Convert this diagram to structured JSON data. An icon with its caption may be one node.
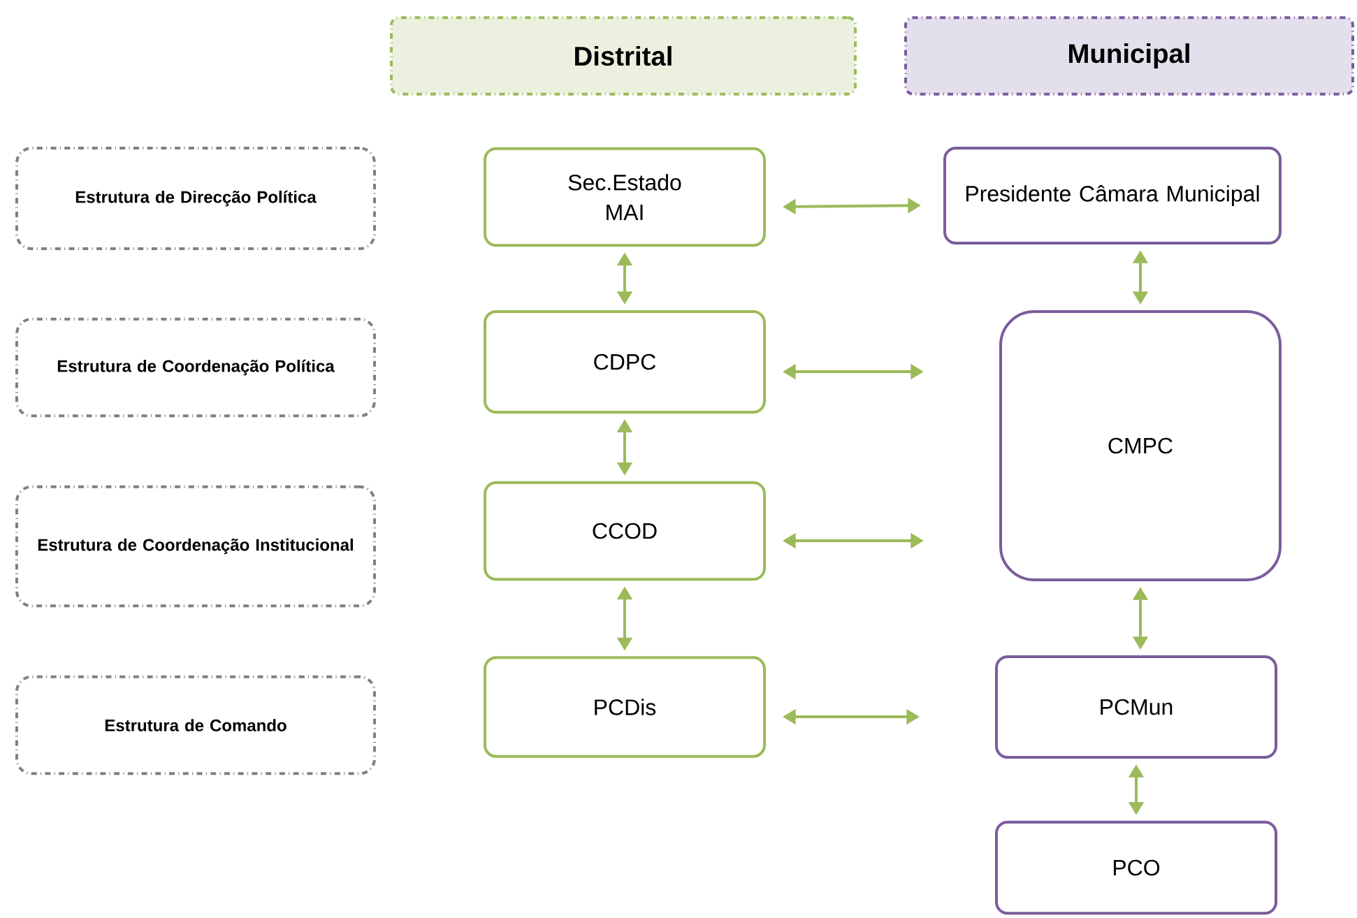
{
  "diagram": {
    "nodes": [
      {
        "text": [
          "Distrital"
        ]
      },
      {
        "text": [
          "Municipal"
        ]
      },
      {
        "text": [
          "Estrutura de Direcção Política"
        ]
      },
      {
        "text": [
          "Sec.Estado",
          "MAI"
        ]
      },
      {
        "text": [
          "Presidente Câmara Municipal"
        ]
      },
      {
        "text": [
          "Estrutura de Coordenação Política"
        ]
      },
      {
        "text": [
          "CDPC"
        ]
      },
      {
        "text": [
          "CMPC"
        ]
      },
      {
        "text": [
          "Estrutura de Coordenação Institucional"
        ]
      },
      {
        "text": [
          "CCOD"
        ]
      },
      {
        "text": [
          "Estrutura de Comando"
        ]
      },
      {
        "text": [
          "PCDis"
        ]
      },
      {
        "text": [
          "PCMun"
        ]
      },
      {
        "text": [
          "PCO"
        ]
      }
    ],
    "edges": [
      {
        "from": 3,
        "to": 4,
        "arrow": "both"
      },
      {
        "from": 3,
        "to": 6,
        "arrow": "both"
      },
      {
        "from": 4,
        "to": 7,
        "arrow": "both"
      },
      {
        "from": 6,
        "to": 7,
        "arrow": "both"
      },
      {
        "from": 6,
        "to": 9,
        "arrow": "both"
      },
      {
        "from": 9,
        "to": 7,
        "arrow": "both"
      },
      {
        "from": 9,
        "to": 11,
        "arrow": "both"
      },
      {
        "from": 7,
        "to": 12,
        "arrow": "both"
      },
      {
        "from": 11,
        "to": 12,
        "arrow": "both"
      },
      {
        "from": 12,
        "to": 13,
        "arrow": "both"
      }
    ]
  }
}
